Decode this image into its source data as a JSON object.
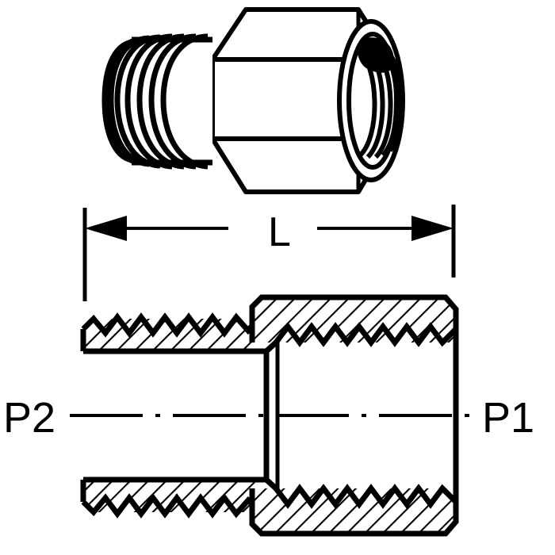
{
  "drawing": {
    "title": "Hex adapter pipe fitting dimensional drawing",
    "background_color": "#ffffff",
    "line_color": "#000000",
    "views": [
      {
        "name": "isometric-view",
        "description": "Pictorial view of hex adapter with male threaded end at left and female threaded hex end at right"
      },
      {
        "name": "section-view",
        "description": "Cross-section view showing male NPT thread at left and female NPT thread at right with hatched wall"
      }
    ]
  },
  "labels": {
    "length_dimension": "L",
    "port_left": "P2",
    "port_right": "P1"
  },
  "dimension": {
    "name": "overall-length",
    "symbol": "L",
    "arrow_style": "double-ended",
    "extension_line_style": "solid"
  },
  "ports": {
    "left": {
      "label": "P2",
      "type": "male-thread",
      "side": "left"
    },
    "right": {
      "label": "P1",
      "type": "female-thread",
      "side": "right"
    }
  },
  "centerline": {
    "name": "axis-centerline",
    "style": "dash-dot"
  },
  "geometry": {
    "male_thread_teeth": 7,
    "female_thread_teeth": 7,
    "iso_male_thread_loops": 8,
    "iso_female_thread_arcs": 5,
    "hatch_angle_deg": 45
  }
}
